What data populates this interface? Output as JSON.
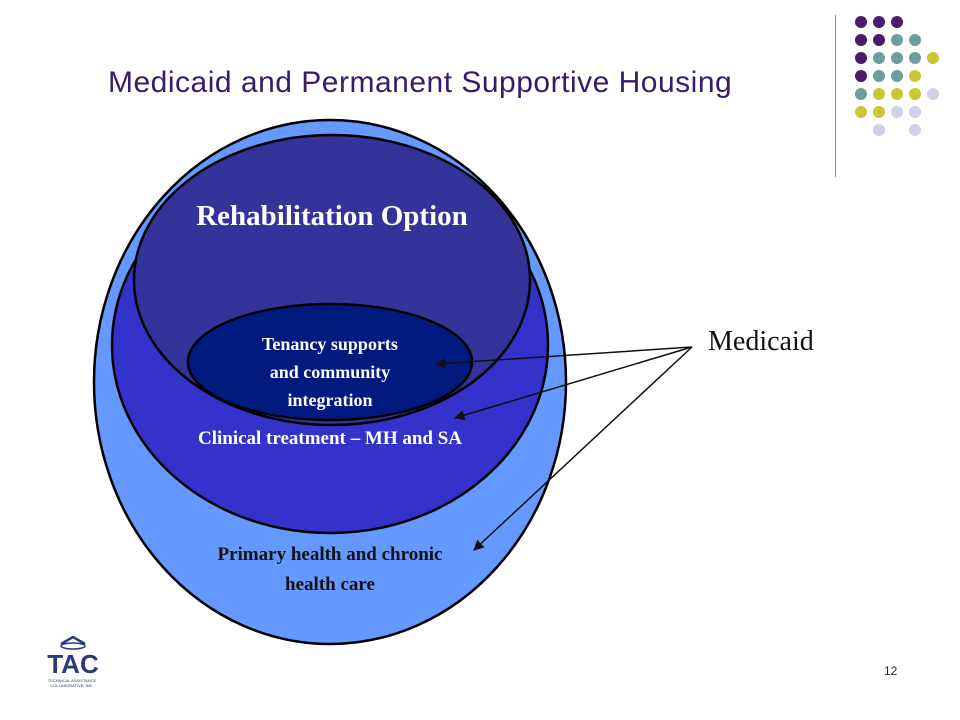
{
  "title": "Medicaid and Permanent Supportive Housing",
  "diagram": {
    "rehabilitation_option": "Rehabilitation Option",
    "tenancy_supports_lines": [
      "Tenancy supports",
      "and community",
      "integration"
    ],
    "clinical_treatment": "Clinical treatment – MH and SA",
    "primary_health_lines": [
      "Primary health and chronic",
      "health care"
    ],
    "medicaid_label": "Medicaid"
  },
  "logo": {
    "text": "TAC",
    "subtext": "TECHNICAL ASSISTANCE COLLABORATIVE, INC."
  },
  "page_number": "12",
  "colors": {
    "title": "#3a1a6b",
    "outer_ellipse": "#6699ff",
    "middle_ellipse": "#3333cc",
    "rehab_ellipse": "#333399",
    "tenancy_ellipse": "#001a80",
    "dot_purple": "#4a1a6b",
    "dot_teal": "#6b9e9e",
    "dot_yellow": "#c8c832",
    "dot_lavender": "#d0d0e6"
  },
  "dot_grid": [
    [
      "purple",
      "purple",
      "purple",
      null,
      null
    ],
    [
      "purple",
      "purple",
      "teal",
      "teal",
      null
    ],
    [
      "purple",
      "teal",
      "teal",
      "teal",
      "yellow"
    ],
    [
      "purple",
      "teal",
      "teal",
      "yellow",
      null
    ],
    [
      "teal",
      "yellow",
      "yellow",
      "yellow",
      "lavender"
    ],
    [
      "yellow",
      "yellow",
      "lavender",
      "lavender",
      null
    ],
    [
      null,
      "lavender",
      null,
      "lavender",
      null
    ]
  ]
}
